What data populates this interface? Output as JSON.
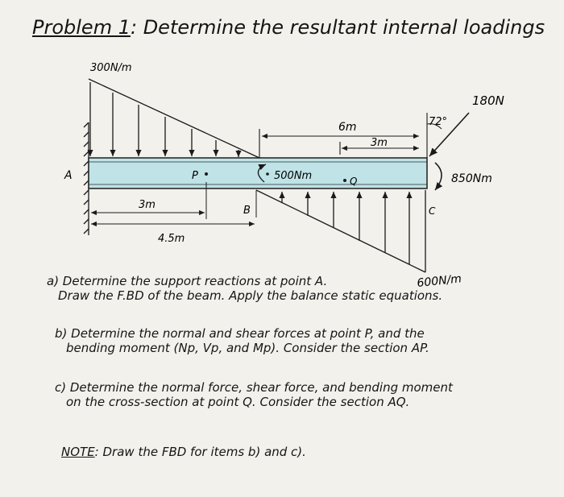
{
  "title": {
    "problem": "Problem 1",
    "colon": ":",
    "text": "Determine the resultant internal loadings"
  },
  "diagram": {
    "load_left": "300N/m",
    "load_right": "600N/m",
    "force_c": "180N",
    "angle": "72°",
    "moment_c": "850Nm",
    "moment_mid": "500Nm",
    "dim_6m": "6m",
    "dim_3m_top": "3m",
    "dim_3m_bottom": "3m",
    "dim_45m": "4.5m",
    "point_a": "A",
    "point_p": "P",
    "point_b": "B",
    "point_q": "Q",
    "point_c": "C",
    "colors": {
      "beam_fill": "#bfe3e6",
      "beam_stroke": "#2a2a2a",
      "ink": "#1a1a1a"
    }
  },
  "questions": {
    "a": {
      "line1": "a) Determine the support reactions at point A.",
      "line2": "Draw the F.BD of the beam. Apply the balance static equations."
    },
    "b": {
      "line1": "b) Determine the normal and shear forces at point P, and the",
      "line2": "bending moment (Np, Vp, and Mp). Consider the section AP."
    },
    "c": {
      "line1": "c) Determine the normal force, shear force, and bending moment",
      "line2": "on the cross-section at point Q. Consider the section AQ."
    },
    "note": {
      "label": "NOTE",
      "text": ": Draw the FBD for items b) and c)."
    }
  }
}
